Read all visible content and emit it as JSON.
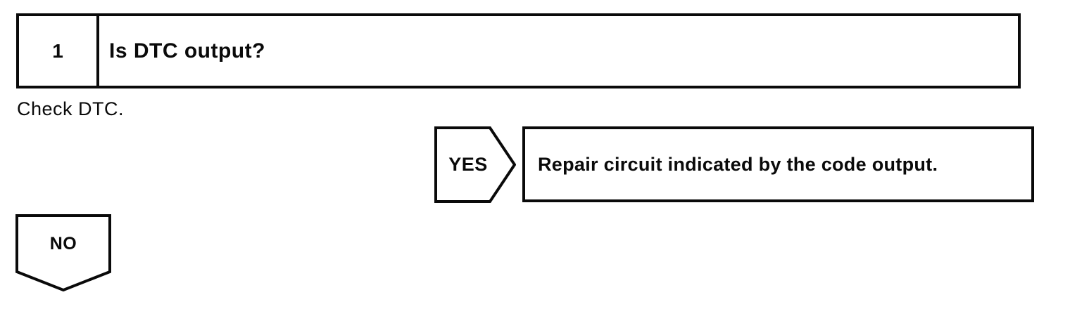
{
  "flowchart": {
    "step": {
      "number": "1",
      "question": "Is DTC output?"
    },
    "instruction": "Check DTC.",
    "yes_branch": {
      "label": "YES",
      "action": "Repair circuit indicated by the code output."
    },
    "no_branch": {
      "label": "NO"
    }
  },
  "colors": {
    "line": "#0a0a0a",
    "background": "#ffffff"
  }
}
